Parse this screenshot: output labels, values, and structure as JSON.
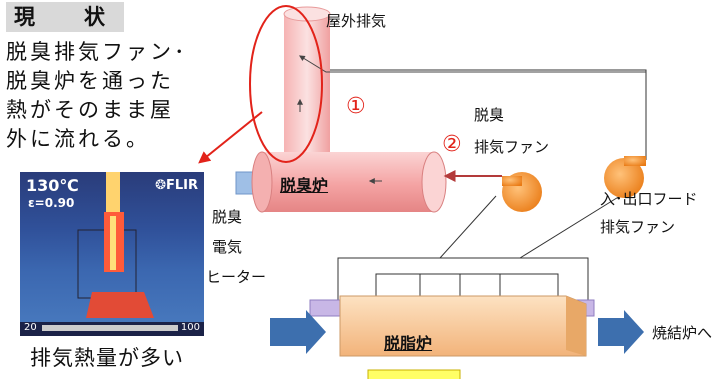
{
  "header": {
    "title": "現　状"
  },
  "description": {
    "lines": [
      "脱臭排気ファン･",
      "脱臭炉を通った",
      "熱がそのまま屋",
      "外に流れる。"
    ]
  },
  "thermal_image": {
    "temperature": "130℃",
    "emissivity": "ε=0.90",
    "logo": "❂FLIR",
    "scale_min": "20",
    "scale_max": "100"
  },
  "thermal_caption": "排気熱量が多い",
  "labels": {
    "outdoor_exhaust": "屋外排気",
    "circle_1": "①",
    "circle_2": "②",
    "deodorize_fan_1": "脱臭",
    "deodorize_fan_2": "排気ファン",
    "deodorize_furnace": "脱臭炉",
    "heater_1": "脱臭",
    "heater_2": "電気",
    "heater_3": "ヒーター",
    "hood_fan_1": "入･出口フード",
    "hood_fan_2": "排気ファン",
    "degreasing_furnace": "脱脂炉",
    "to_sintering": "焼結炉へ"
  },
  "colors": {
    "highlight_red": "#e2231a",
    "furnace_pink": "#f29a9a",
    "fan_orange": "#f08a24",
    "arrow_blue": "#3d6fae",
    "degreasing_tan": "#f7c78f",
    "highlight_yellow": "#ffff66"
  }
}
